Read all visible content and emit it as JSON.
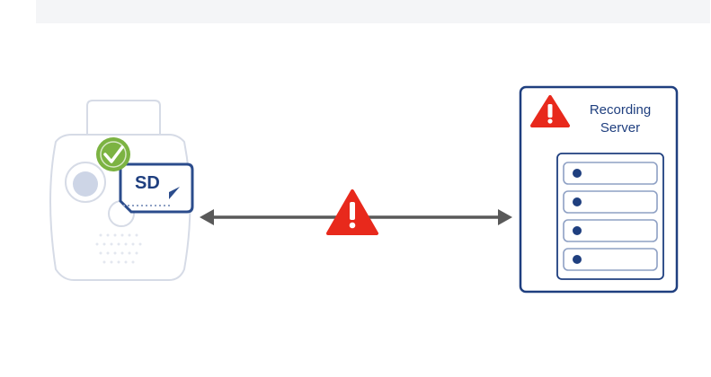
{
  "camera": {
    "sd_label": "SD",
    "status_icon": "check-circle-icon",
    "colors": {
      "outline": "#d6dbe6",
      "sd_card": "#2b4c8c",
      "check": "#7cb342"
    }
  },
  "connection": {
    "status_icon": "warning-triangle-icon",
    "colors": {
      "arrow": "#595959",
      "warning": "#e8291c"
    }
  },
  "recording_server": {
    "title_line1": "Recording",
    "title_line2": "Server",
    "status_icon": "warning-triangle-icon",
    "drive_count": 4,
    "colors": {
      "frame": "#1f3f7f",
      "drives": "#8ea0c4",
      "led": "#1f3f7f"
    }
  }
}
